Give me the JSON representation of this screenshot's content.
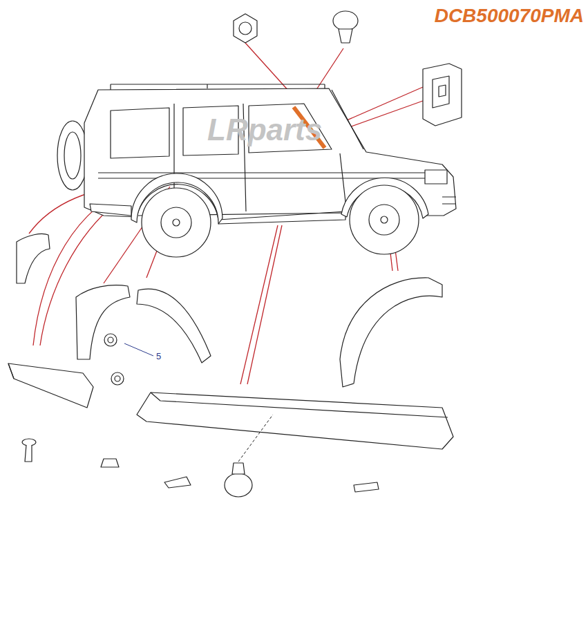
{
  "diagram": {
    "labels": [
      "DCB500070PMA",
      "5",
      "LRparts"
    ]
  }
}
